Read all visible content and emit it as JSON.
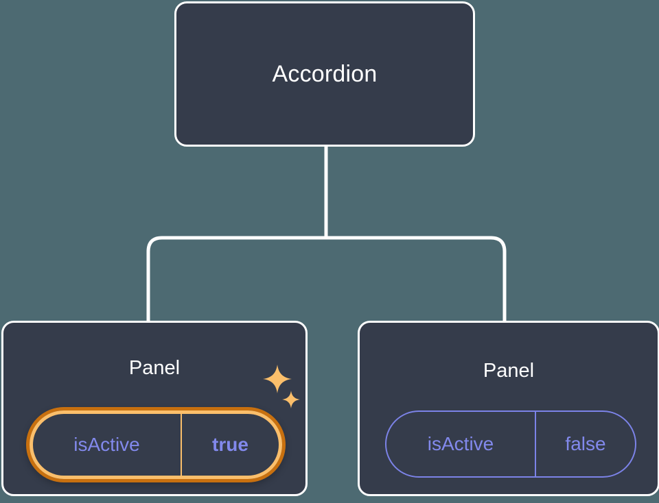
{
  "diagram": {
    "type": "component-tree",
    "background_color": "#4d6a72",
    "node_fill_color": "#353c4b",
    "node_border_color": "#ffffff",
    "connector_color": "#ffffff",
    "accent_highlight_color": "#fbbf6b",
    "accent_highlight_shadow_color": "#c8700f",
    "prop_text_color": "#8289ec",
    "prop_border_color": "#7c83e8"
  },
  "root": {
    "title": "Accordion"
  },
  "panels": [
    {
      "title": "Panel",
      "highlighted": true,
      "prop": {
        "key": "isActive",
        "value": "true",
        "value_bold": true
      },
      "sparkles": [
        "sparkle-large-icon",
        "sparkle-small-icon"
      ]
    },
    {
      "title": "Panel",
      "highlighted": false,
      "prop": {
        "key": "isActive",
        "value": "false",
        "value_bold": false
      }
    }
  ]
}
